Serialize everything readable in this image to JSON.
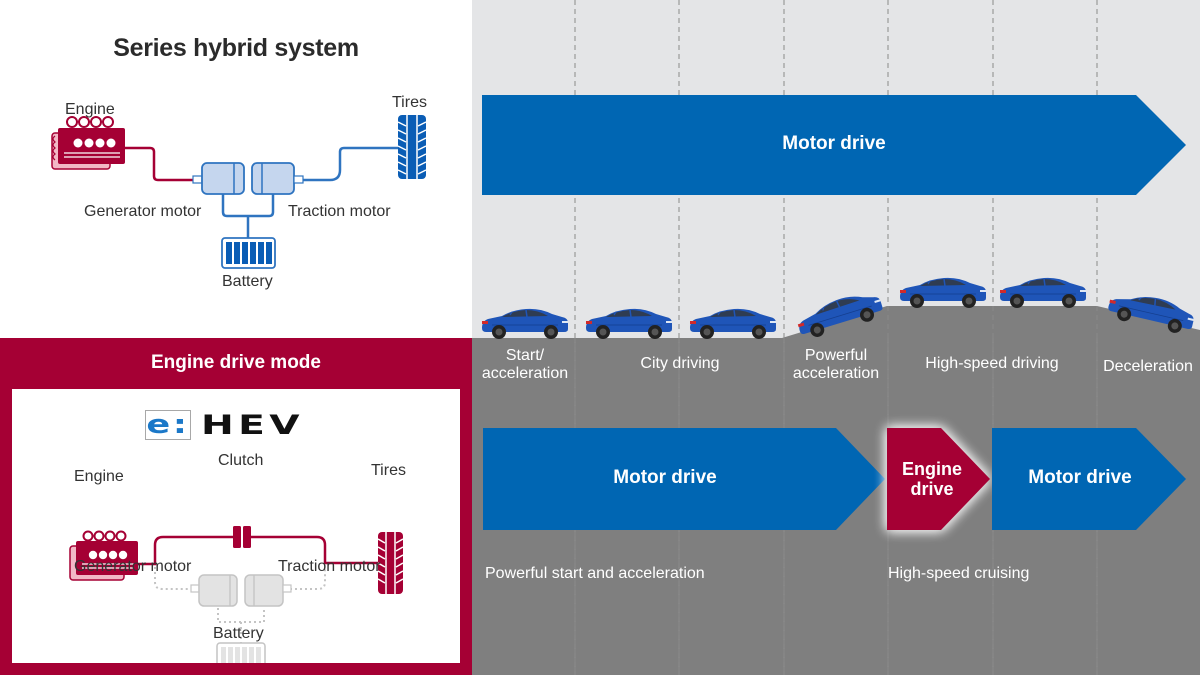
{
  "series_hybrid": {
    "title": "Series hybrid system",
    "labels": {
      "engine": "Engine",
      "tires": "Tires",
      "generator_motor": "Generator motor",
      "traction_motor": "Traction motor",
      "battery": "Battery"
    }
  },
  "engine_drive_mode": {
    "title": "Engine drive mode",
    "logo": {
      "e_part": "e:",
      "hev_part": "HEV"
    },
    "labels": {
      "engine": "Engine",
      "clutch": "Clutch",
      "tires": "Tires",
      "generator_motor": "Generator motor",
      "traction_motor": "Traction motor",
      "battery": "Battery"
    }
  },
  "driving_scenes": {
    "top_arrow": {
      "label": "Motor drive"
    },
    "stages": [
      {
        "label_line1": "Start/",
        "label_line2": "acceleration"
      },
      {
        "label_line1": "City driving",
        "label_line2": ""
      },
      {
        "label_line1": "Powerful",
        "label_line2": "acceleration"
      },
      {
        "label_line1": "High-speed driving",
        "label_line2": ""
      },
      {
        "label_line1": "Deceleration",
        "label_line2": ""
      }
    ],
    "bottom_arrows": [
      {
        "label": "Motor drive",
        "mode": "motor"
      },
      {
        "label_line1": "Engine",
        "label_line2": "drive",
        "mode": "engine"
      },
      {
        "label": "Motor drive",
        "mode": "motor"
      }
    ],
    "notes": {
      "left": "Powerful start and acceleration",
      "right": "High-speed cruising"
    }
  },
  "colors": {
    "honda_red": "#a50034",
    "motor_blue": "#0066b3",
    "road_gray": "#7f7f7f",
    "sky_gray": "#e4e5e7"
  }
}
